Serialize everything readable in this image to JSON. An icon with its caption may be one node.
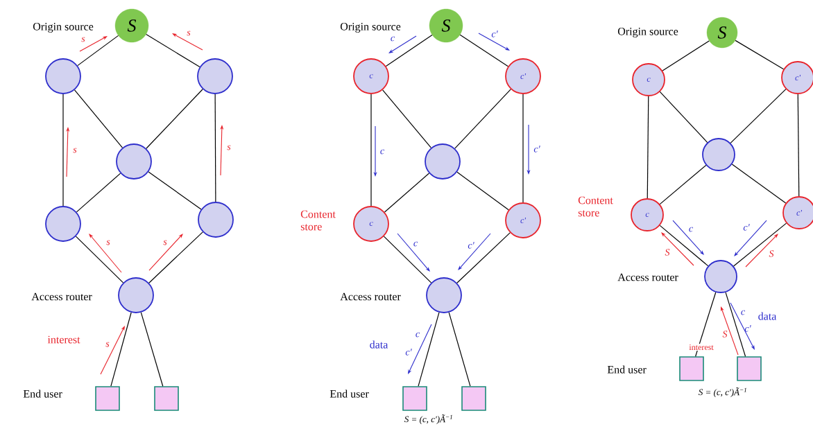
{
  "diagram": {
    "nodes": [
      {
        "text": [
          "S"
        ],
        "beside": [
          "Origin source"
        ]
      },
      {
        "text": [],
        "shape": "circle"
      },
      {
        "text": [],
        "shape": "circle"
      },
      {
        "text": [],
        "shape": "circle"
      },
      {
        "text": [],
        "shape": "circle"
      },
      {
        "text": [],
        "shape": "circle"
      },
      {
        "text": [],
        "shape": "circle",
        "beside": [
          "Access router"
        ]
      },
      {
        "text": [],
        "shape": "box",
        "beside": [
          "End user"
        ]
      },
      {
        "text": [],
        "shape": "box"
      },
      {
        "text": [
          "S"
        ],
        "beside": [
          "Origin source"
        ]
      },
      {
        "text": [
          "c"
        ]
      },
      {
        "text": [
          "c'"
        ]
      },
      {
        "text": [],
        "shape": "circle"
      },
      {
        "text": [
          "c"
        ],
        "beside": [
          "Content store"
        ]
      },
      {
        "text": [
          "c'"
        ]
      },
      {
        "text": [],
        "shape": "circle",
        "beside": [
          "Access router"
        ]
      },
      {
        "text": [],
        "shape": "box",
        "beside": [
          "End user",
          "S = (c, c')Ã$^{−1}$"
        ]
      },
      {
        "text": [],
        "shape": "box"
      },
      {
        "text": [
          "S"
        ],
        "beside": [
          "Origin source"
        ]
      },
      {
        "text": [
          "c"
        ]
      },
      {
        "text": [
          "c'"
        ]
      },
      {
        "text": [],
        "shape": "circle"
      },
      {
        "text": [
          "c"
        ],
        "beside": [
          "Content store"
        ]
      },
      {
        "text": [
          "c'"
        ]
      },
      {
        "text": [],
        "shape": "circle",
        "beside": [
          "Access router"
        ]
      },
      {
        "text": [],
        "shape": "box",
        "beside": [
          "End user"
        ]
      },
      {
        "text": [],
        "shape": "box",
        "beside": [
          "S = (c, c')Ã$^{−1}$"
        ]
      }
    ],
    "edges": [
      {
        "from": 0,
        "to": 1,
        "arrow": "none"
      },
      {
        "from": 0,
        "to": 2,
        "arrow": "none"
      },
      {
        "from": 1,
        "to": 3,
        "arrow": "none"
      },
      {
        "from": 2,
        "to": 3,
        "arrow": "none"
      },
      {
        "from": 1,
        "to": 4,
        "arrow": "none"
      },
      {
        "from": 2,
        "to": 5,
        "arrow": "none"
      },
      {
        "from": 3,
        "to": 4,
        "arrow": "none"
      },
      {
        "from": 3,
        "to": 5,
        "arrow": "none"
      },
      {
        "from": 4,
        "to": 6,
        "arrow": "none"
      },
      {
        "from": 5,
        "to": 6,
        "arrow": "none"
      },
      {
        "from": 6,
        "to": 7,
        "arrow": "none"
      },
      {
        "from": 6,
        "to": 8,
        "arrow": "none"
      },
      {
        "from": 9,
        "to": 10,
        "arrow": "none"
      },
      {
        "from": 9,
        "to": 11,
        "arrow": "none"
      },
      {
        "from": 10,
        "to": 12,
        "arrow": "none"
      },
      {
        "from": 11,
        "to": 12,
        "arrow": "none"
      },
      {
        "from": 10,
        "to": 13,
        "arrow": "none"
      },
      {
        "from": 11,
        "to": 14,
        "arrow": "none"
      },
      {
        "from": 12,
        "to": 13,
        "arrow": "none"
      },
      {
        "from": 12,
        "to": 14,
        "arrow": "none"
      },
      {
        "from": 13,
        "to": 15,
        "arrow": "none"
      },
      {
        "from": 14,
        "to": 15,
        "arrow": "none"
      },
      {
        "from": 15,
        "to": 16,
        "arrow": "none"
      },
      {
        "from": 15,
        "to": 17,
        "arrow": "none"
      },
      {
        "from": 18,
        "to": 19,
        "arrow": "none"
      },
      {
        "from": 18,
        "to": 20,
        "arrow": "none"
      },
      {
        "from": 19,
        "to": 21,
        "arrow": "none"
      },
      {
        "from": 20,
        "to": 21,
        "arrow": "none"
      },
      {
        "from": 19,
        "to": 22,
        "arrow": "none"
      },
      {
        "from": 20,
        "to": 23,
        "arrow": "none"
      },
      {
        "from": 21,
        "to": 22,
        "arrow": "none"
      },
      {
        "from": 21,
        "to": 23,
        "arrow": "none"
      },
      {
        "from": 22,
        "to": 24,
        "arrow": "none"
      },
      {
        "from": 23,
        "to": 24,
        "arrow": "none"
      },
      {
        "from": 24,
        "to": 25,
        "arrow": "none"
      },
      {
        "from": 24,
        "to": 26,
        "arrow": "none"
      }
    ],
    "labels": [
      "s",
      "s",
      "s",
      "s",
      "s",
      "s",
      "interest",
      "s",
      "c",
      "c'",
      "c",
      "c'",
      "c",
      "c'",
      "data",
      "c",
      "c'",
      "c",
      "c'",
      "S",
      "S",
      "c",
      "data",
      "c'",
      "S",
      "interest"
    ]
  }
}
